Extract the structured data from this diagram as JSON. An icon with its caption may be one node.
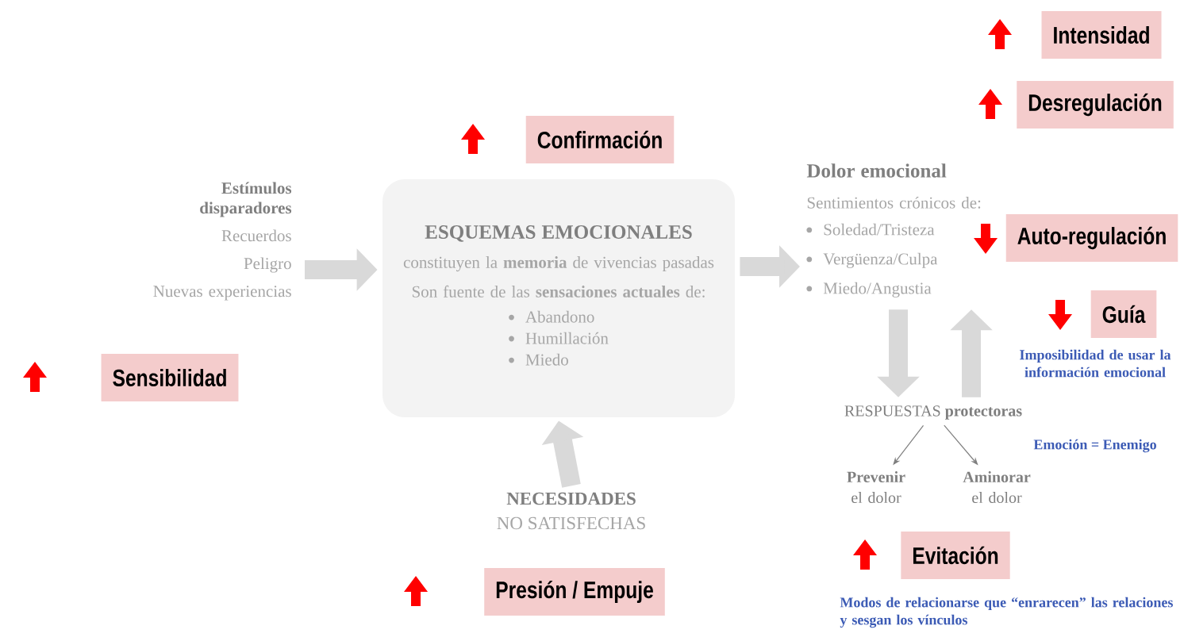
{
  "diagram": {
    "nodes": [
      {
        "text": [
          "Estímulos disparadores",
          "Recuerdos",
          "Peligro",
          "Nuevas experiencias"
        ]
      },
      {
        "text": [
          "ESQUEMAS EMOCIONALES",
          "constituyen la **memoria** de vivencias pasadas",
          "Son fuente de las **sensaciones actuales** de:",
          "Abandono",
          "Humillación",
          "Miedo"
        ]
      },
      {
        "text": [
          "Dolor emocional",
          "Sentimientos crónicos de:",
          "Soledad/Tristeza",
          "Vergüenza/Culpa",
          "Miedo/Angustia"
        ]
      },
      {
        "text": [
          "NECESIDADES",
          "NO SATISFECHAS"
        ]
      },
      {
        "text": [
          "RESPUESTAS **protectoras**"
        ]
      },
      {
        "text": [
          "**Prevenir** el dolor"
        ]
      },
      {
        "text": [
          "**Aminorar** el dolor"
        ]
      },
      {
        "text": [
          "Sensibilidad"
        ]
      },
      {
        "text": [
          "Confirmación"
        ]
      },
      {
        "text": [
          "Intensidad"
        ]
      },
      {
        "text": [
          "Desregulación"
        ]
      },
      {
        "text": [
          "Auto-regulación"
        ]
      },
      {
        "text": [
          "Guía"
        ],
        "beside": [
          "Imposibilidad de usar la información emocional"
        ]
      },
      {
        "text": [
          "Evitación"
        ],
        "beside": [
          "Modos de relacionarse que “enrarecen” las relaciones y sesgan los vínculos"
        ]
      },
      {
        "text": [
          "Presión / Empuje"
        ]
      }
    ],
    "edges": [
      {
        "from": 0,
        "to": 1,
        "arrow": "to"
      },
      {
        "from": 1,
        "to": 2,
        "arrow": "to"
      },
      {
        "from": 3,
        "to": 1,
        "arrow": "to"
      },
      {
        "from": 2,
        "to": 4,
        "arrow": "to"
      },
      {
        "from": 4,
        "to": 2,
        "arrow": "to"
      },
      {
        "from": 4,
        "to": 5,
        "arrow": "to"
      },
      {
        "from": 4,
        "to": 6,
        "arrow": "to"
      }
    ],
    "labels": [
      "Emoción = Enemigo"
    ]
  }
}
